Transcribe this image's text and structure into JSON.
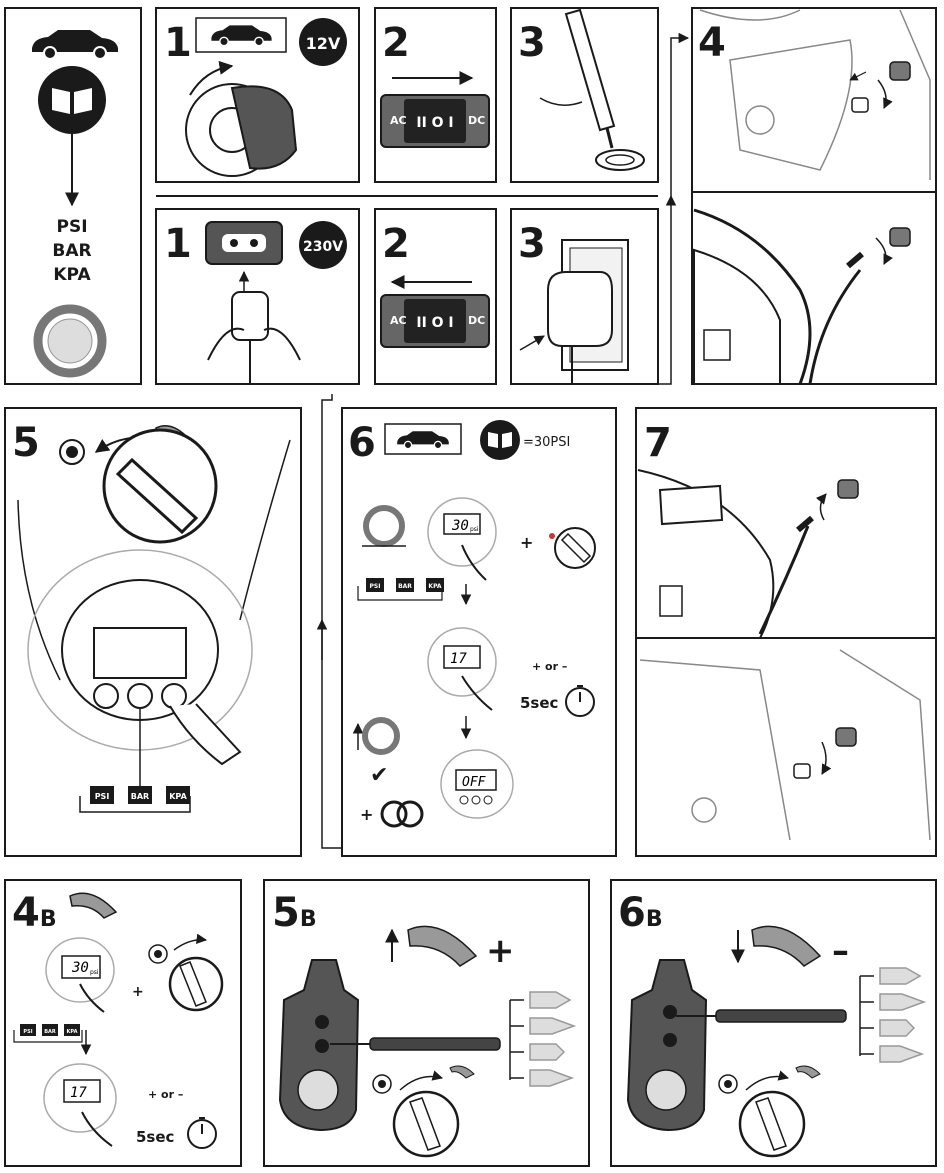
{
  "left_panel": {
    "units": [
      "PSI",
      "BAR",
      "KPA"
    ]
  },
  "row1": {
    "top": {
      "step1": "1",
      "badge": "12V",
      "step2": "2",
      "step3": "3",
      "ac": "AC",
      "dc": "DC"
    },
    "bottom": {
      "step1": "1",
      "badge": "230V",
      "step2": "2",
      "step3": "3",
      "ac": "AC",
      "dc": "DC"
    },
    "step4": "4"
  },
  "step5": {
    "number": "5",
    "units": [
      "PSI",
      "BAR",
      "KPA"
    ]
  },
  "step6": {
    "number": "6",
    "psi_note": "=30PSI",
    "display_value": "30",
    "display_unit": "psi",
    "units": [
      "PSI",
      "BAR",
      "KPA"
    ],
    "plus": "+",
    "plus_or_minus": "+ or –",
    "time": "5sec",
    "off_text": "OFF",
    "check": "✔",
    "plus_tyres": "+"
  },
  "step7": {
    "number": "7"
  },
  "step4b": {
    "number": "4",
    "suffix": "B",
    "display_value": "30",
    "display_unit": "psi",
    "units": [
      "PSI",
      "BAR",
      "KPA"
    ],
    "plus": "+",
    "plus_or_minus": "+ or –",
    "time": "5sec"
  },
  "step5b": {
    "number": "5",
    "suffix": "B",
    "sign": "+"
  },
  "step6b": {
    "number": "6",
    "suffix": "B",
    "sign": "–"
  }
}
